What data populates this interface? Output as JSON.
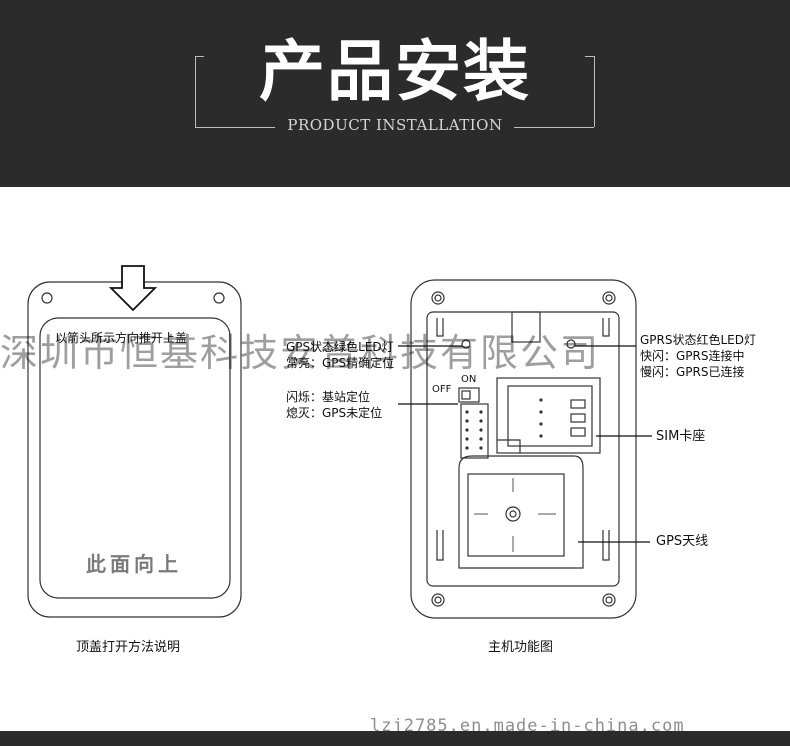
{
  "header": {
    "title": "产品安装",
    "subtitle": "PRODUCT INSTALLATION"
  },
  "watermark": {
    "text": "深圳市恒基科技安普科技有限公司",
    "site": "lzj2785.en.made-in-china.com"
  },
  "left_panel": {
    "instruction": "以箭头所示方向推开上盖",
    "face_label": "此面向上",
    "caption": "顶盖打开方法说明"
  },
  "right_panel": {
    "caption": "主机功能图",
    "switch_on": "ON",
    "switch_off": "OFF",
    "labels": {
      "gps_led": "GPS状态绿色LED灯",
      "gps_steady": "常亮：GPS精确定位",
      "flash": "闪烁：基站定位",
      "off": "熄灭：GPS未定位",
      "gprs_led": "GPRS状态红色LED灯",
      "gprs_fast": "快闪：GPRS连接中",
      "gprs_slow": "慢闪：GPRS已连接",
      "sim": "SIM卡座",
      "gps_antenna": "GPS天线"
    }
  }
}
